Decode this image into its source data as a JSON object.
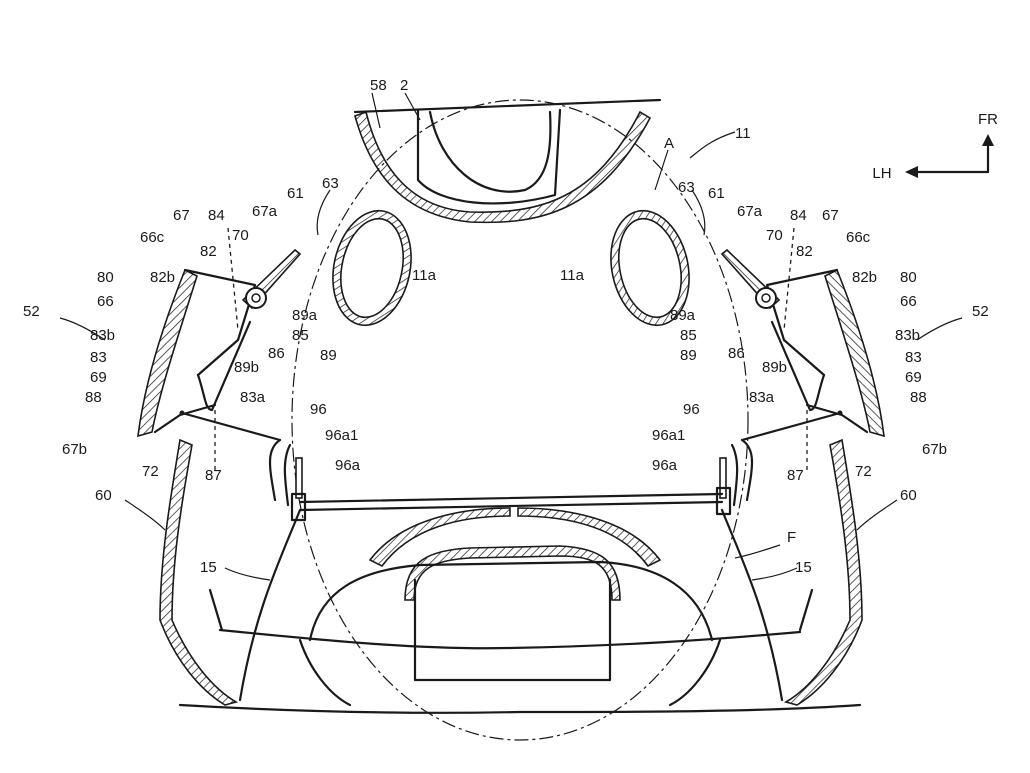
{
  "orientation": {
    "front": "FR",
    "left": "LH"
  },
  "labels": {
    "l58": "58",
    "l2": "2",
    "lA": "A",
    "l11": "11",
    "l63L": "63",
    "l63R": "63",
    "l61L": "61",
    "l61R": "61",
    "l67aL": "67a",
    "l67aR": "67a",
    "l84L": "84",
    "l84R": "84",
    "l67L": "67",
    "l67R": "67",
    "l70L": "70",
    "l70R": "70",
    "l66cL": "66c",
    "l66cR": "66c",
    "l82L": "82",
    "l82R": "82",
    "l82bL": "82b",
    "l82bR": "82b",
    "l80L": "80",
    "l80R": "80",
    "l66L": "66",
    "l66R": "66",
    "l52L": "52",
    "l52R": "52",
    "l83bL": "83b",
    "l83bR": "83b",
    "l83L": "83",
    "l83R": "83",
    "l69L": "69",
    "l69R": "69",
    "l88L": "88",
    "l88R": "88",
    "l83aL": "83a",
    "l83aR": "83a",
    "l89aL": "89a",
    "l89aR": "89a",
    "l85L": "85",
    "l85R": "85",
    "l89L": "89",
    "l89R": "89",
    "l86L": "86",
    "l86R": "86",
    "l89bL": "89b",
    "l89bR": "89b",
    "l11aL": "11a",
    "l11aR": "11a",
    "l96L": "96",
    "l96R": "96",
    "l96a1L": "96a1",
    "l96a1R": "96a1",
    "l96aL": "96a",
    "l96aR": "96a",
    "l67bL": "67b",
    "l67bR": "67b",
    "l72L": "72",
    "l72R": "72",
    "l87L": "87",
    "l87R": "87",
    "l60L": "60",
    "l60R": "60",
    "l15L": "15",
    "l15R": "15",
    "lF": "F"
  }
}
